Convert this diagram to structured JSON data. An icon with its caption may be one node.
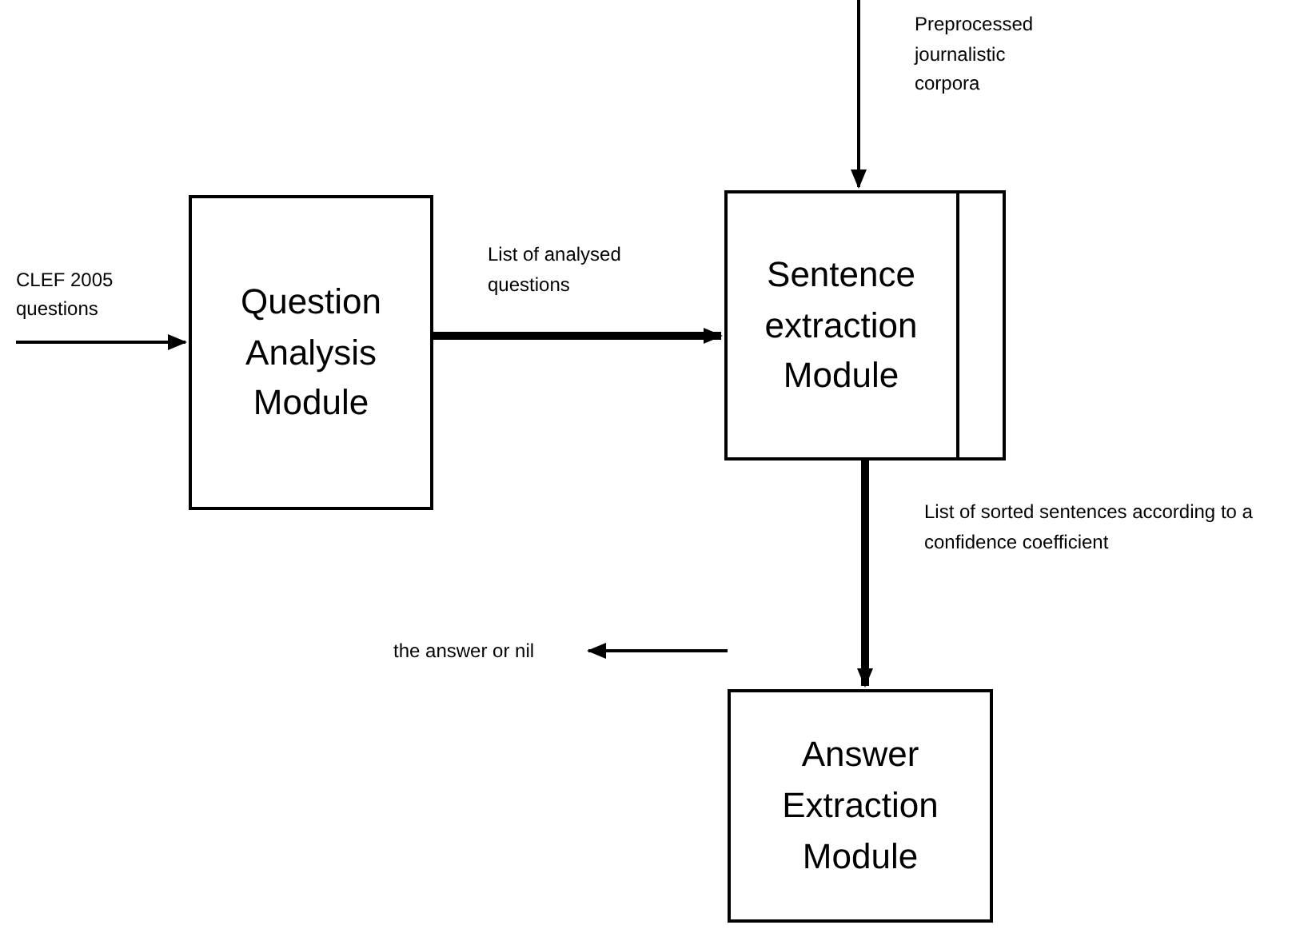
{
  "diagram": {
    "nodes": [
      {
        "text": [
          "CLEF 2005 questions"
        ]
      },
      {
        "text": [
          "Question Analysis Module"
        ]
      },
      {
        "text": [
          "Sentence extraction Module"
        ]
      },
      {
        "text": [],
        "shape": "box",
        "in": 2
      },
      {
        "text": [
          "Answer Extraction Module"
        ]
      },
      {
        "text": [
          "the answer or nil"
        ]
      }
    ],
    "edges": [
      {
        "from": 0,
        "to": 1,
        "arrow": "to"
      },
      {
        "from": 1,
        "to": 2,
        "arrow": "to",
        "label": "List of analysed questions",
        "style": "thick"
      },
      {
        "from": null,
        "to": 2,
        "arrow": "to",
        "label": "Preprocessed journalistic corpora"
      },
      {
        "from": 2,
        "to": 4,
        "arrow": "to",
        "label": "List of sorted sentences according to a confidence coefficient",
        "style": "thick"
      },
      {
        "from": 4,
        "to": 5,
        "arrow": "to"
      }
    ]
  }
}
